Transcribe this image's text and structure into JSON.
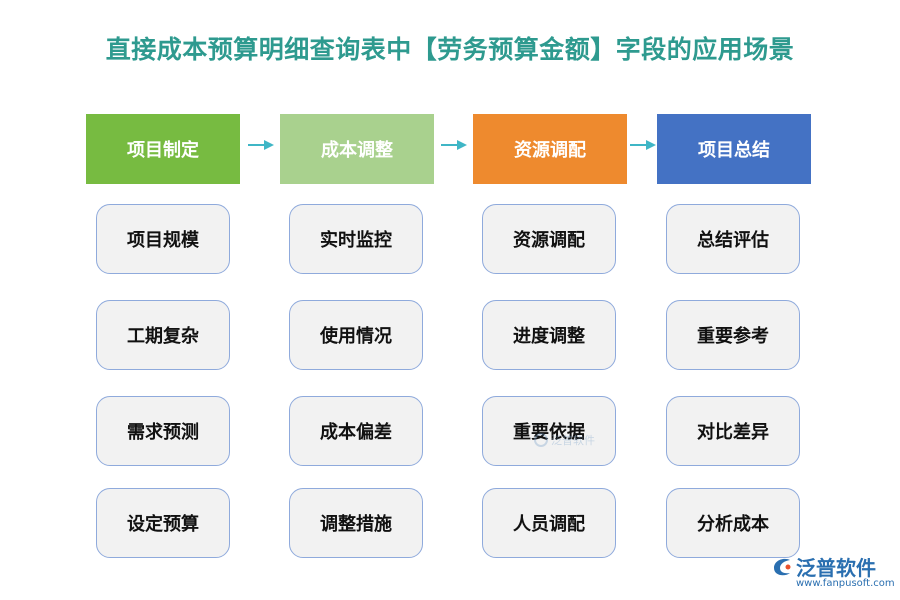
{
  "title": "直接成本预算明细查询表中【劳务预算金额】字段的应用场景",
  "columns": [
    {
      "header": "项目制定",
      "color": "#77bb41",
      "items": [
        "项目规模",
        "工期复杂",
        "需求预测",
        "设定预算"
      ]
    },
    {
      "header": "成本调整",
      "color": "#a9d18e",
      "items": [
        "实时监控",
        "使用情况",
        "成本偏差",
        "调整措施"
      ]
    },
    {
      "header": "资源调配",
      "color": "#ee8a2e",
      "items": [
        "资源调配",
        "进度调整",
        "重要依据",
        "人员调配"
      ]
    },
    {
      "header": "项目总结",
      "color": "#4472c4",
      "items": [
        "总结评估",
        "重要参考",
        "对比差异",
        "分析成本"
      ]
    }
  ],
  "arrow_color": "#3fb6c6",
  "watermark": {
    "text": "泛普软件"
  },
  "logo": {
    "name": "泛普软件",
    "url": "www.fanpusoft.com"
  }
}
